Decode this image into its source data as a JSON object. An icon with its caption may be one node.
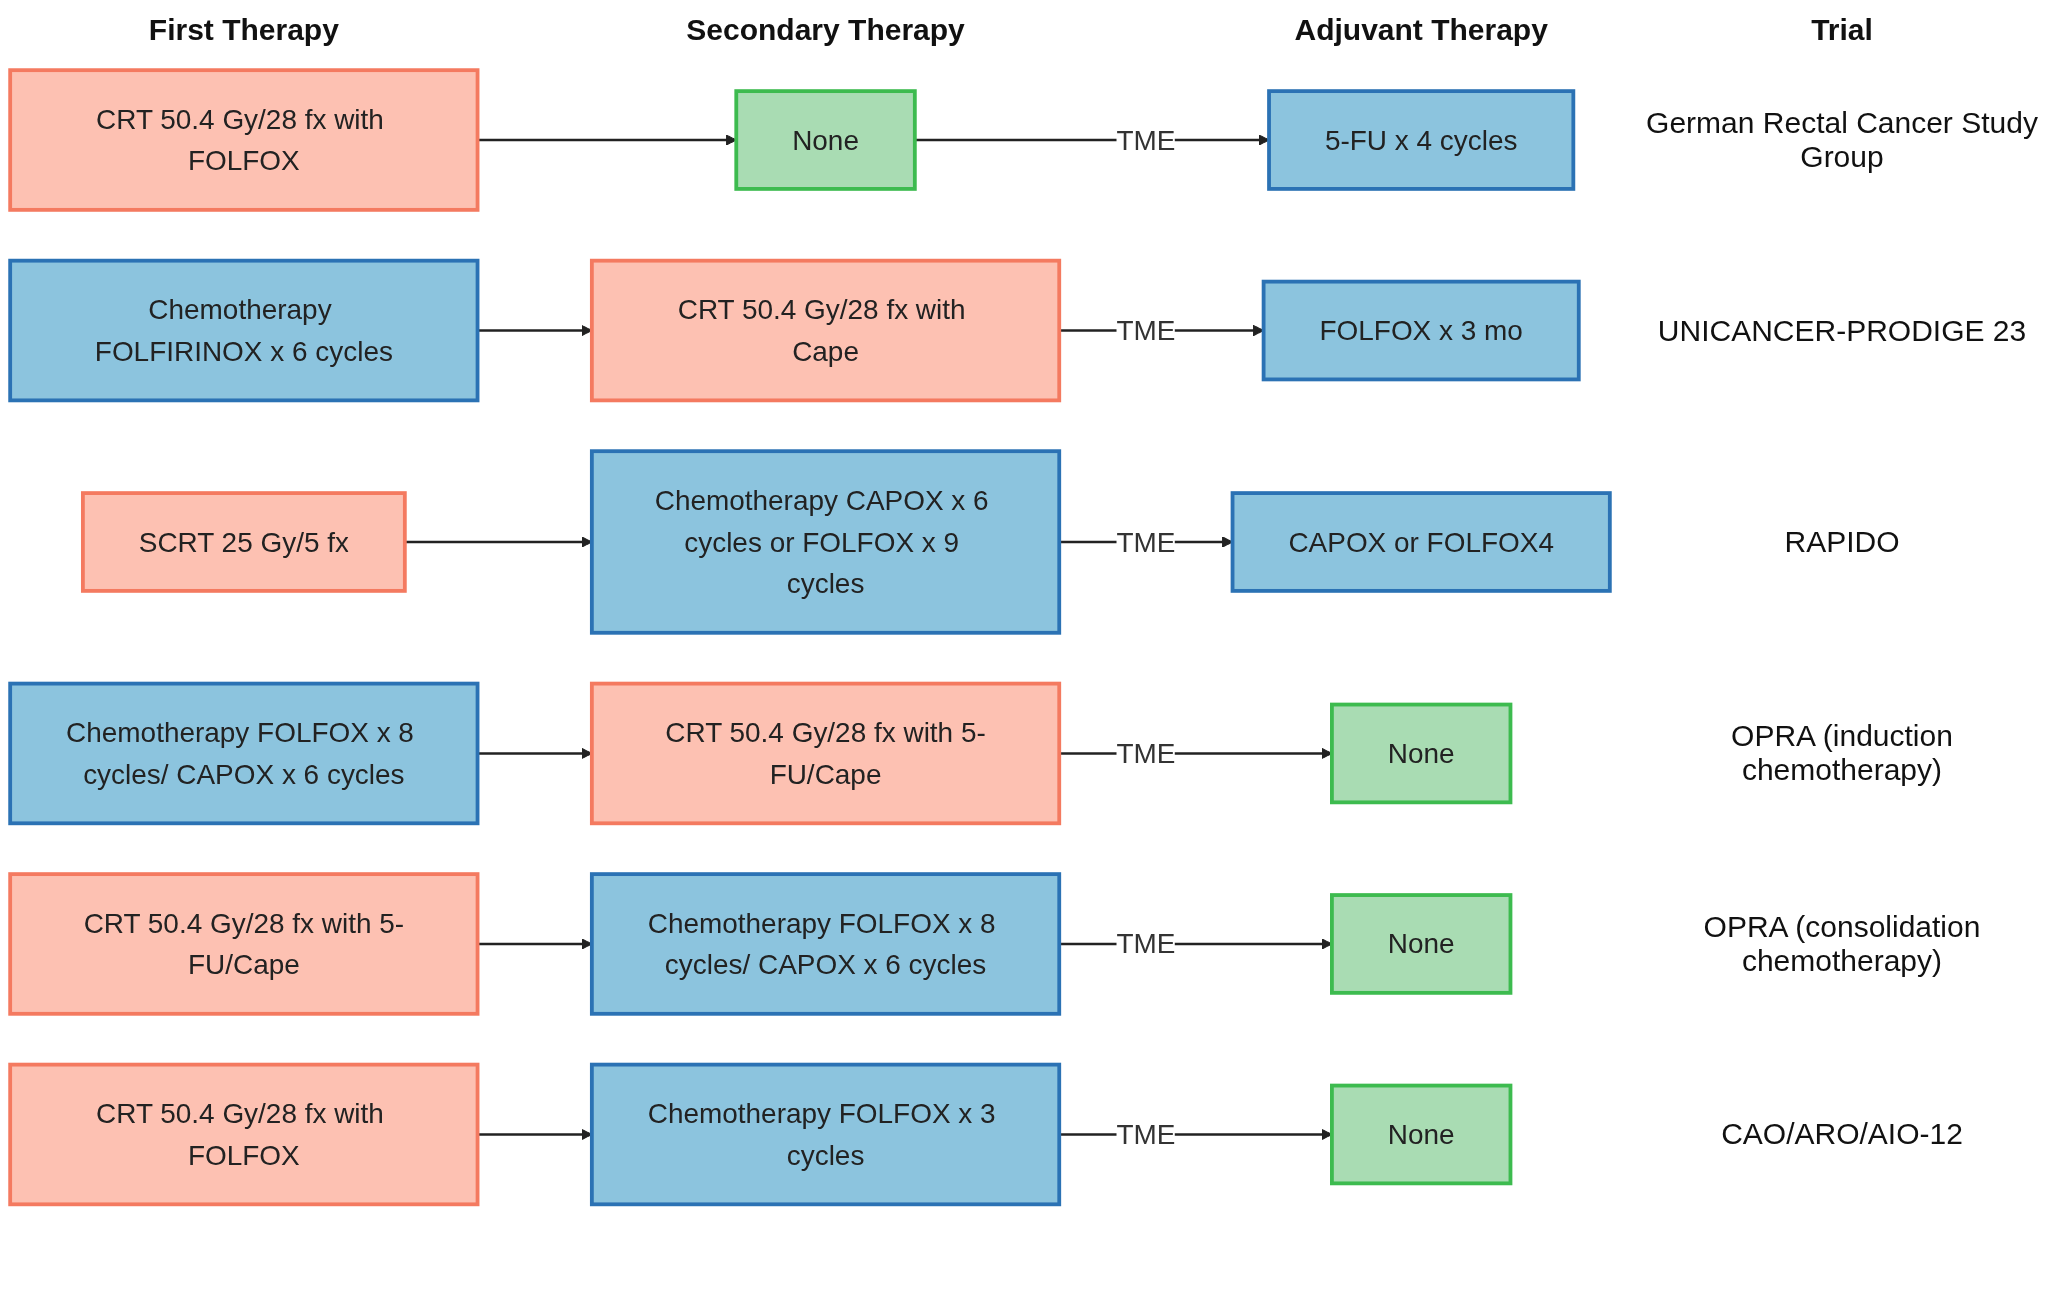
{
  "diagram": {
    "nodes": [
      {
        "text": [
          "CRT 50.4 Gy/28 fx with FOLFOX"
        ]
      },
      {
        "text": [
          "None"
        ]
      },
      {
        "text": [
          "5-FU x 4 cycles"
        ]
      },
      {
        "text": [
          "Chemotherapy FOLFIRINOX x 6 cycles"
        ]
      },
      {
        "text": [
          "CRT 50.4 Gy/28 fx with Cape"
        ]
      },
      {
        "text": [
          "FOLFOX x 3 mo"
        ]
      },
      {
        "text": [
          "SCRT 25 Gy/5 fx"
        ]
      },
      {
        "text": [
          "Chemotherapy CAPOX x 6 cycles or FOLFOX x 9 cycles"
        ]
      },
      {
        "text": [
          "CAPOX or FOLFOX4"
        ]
      },
      {
        "text": [
          "Chemotherapy FOLFOX x 8 cycles/ CAPOX x 6 cycles"
        ]
      },
      {
        "text": [
          "CRT 50.4 Gy/28 fx with 5-FU/Cape"
        ]
      },
      {
        "text": [
          "None"
        ]
      },
      {
        "text": [
          "CRT 50.4 Gy/28 fx with 5-FU/Cape"
        ]
      },
      {
        "text": [
          "Chemotherapy FOLFOX x 8 cycles/ CAPOX x 6 cycles"
        ]
      },
      {
        "text": [
          "None"
        ]
      },
      {
        "text": [
          "CRT 50.4 Gy/28 fx with FOLFOX"
        ]
      },
      {
        "text": [
          "Chemotherapy FOLFOX x 3 cycles"
        ]
      },
      {
        "text": [
          "None"
        ]
      }
    ],
    "edges": [
      {
        "from": 0,
        "to": 1,
        "arrow": "to"
      },
      {
        "from": 1,
        "to": 2,
        "arrow": "to",
        "label": "TME"
      },
      {
        "from": 3,
        "to": 4,
        "arrow": "to"
      },
      {
        "from": 4,
        "to": 5,
        "arrow": "to",
        "label": "TME"
      },
      {
        "from": 6,
        "to": 7,
        "arrow": "to"
      },
      {
        "from": 7,
        "to": 8,
        "arrow": "to",
        "label": "TME"
      },
      {
        "from": 9,
        "to": 10,
        "arrow": "to"
      },
      {
        "from": 10,
        "to": 11,
        "arrow": "to",
        "label": "TME"
      },
      {
        "from": 12,
        "to": 13,
        "arrow": "to"
      },
      {
        "from": 13,
        "to": 14,
        "arrow": "to",
        "label": "TME"
      },
      {
        "from": 15,
        "to": 16,
        "arrow": "to"
      },
      {
        "from": 16,
        "to": 17,
        "arrow": "to",
        "label": "TME"
      }
    ],
    "labels": [
      "First Therapy",
      "Secondary Therapy",
      "Adjuvant Therapy",
      "Trial",
      "German Rectal Cancer Study Group",
      "UNICANCER-PRODIGE 23",
      "RAPIDO",
      "OPRA (induction chemotherapy)",
      "OPRA (consolidation chemotherapy)",
      "CAO/ARO/AIO-12"
    ]
  }
}
